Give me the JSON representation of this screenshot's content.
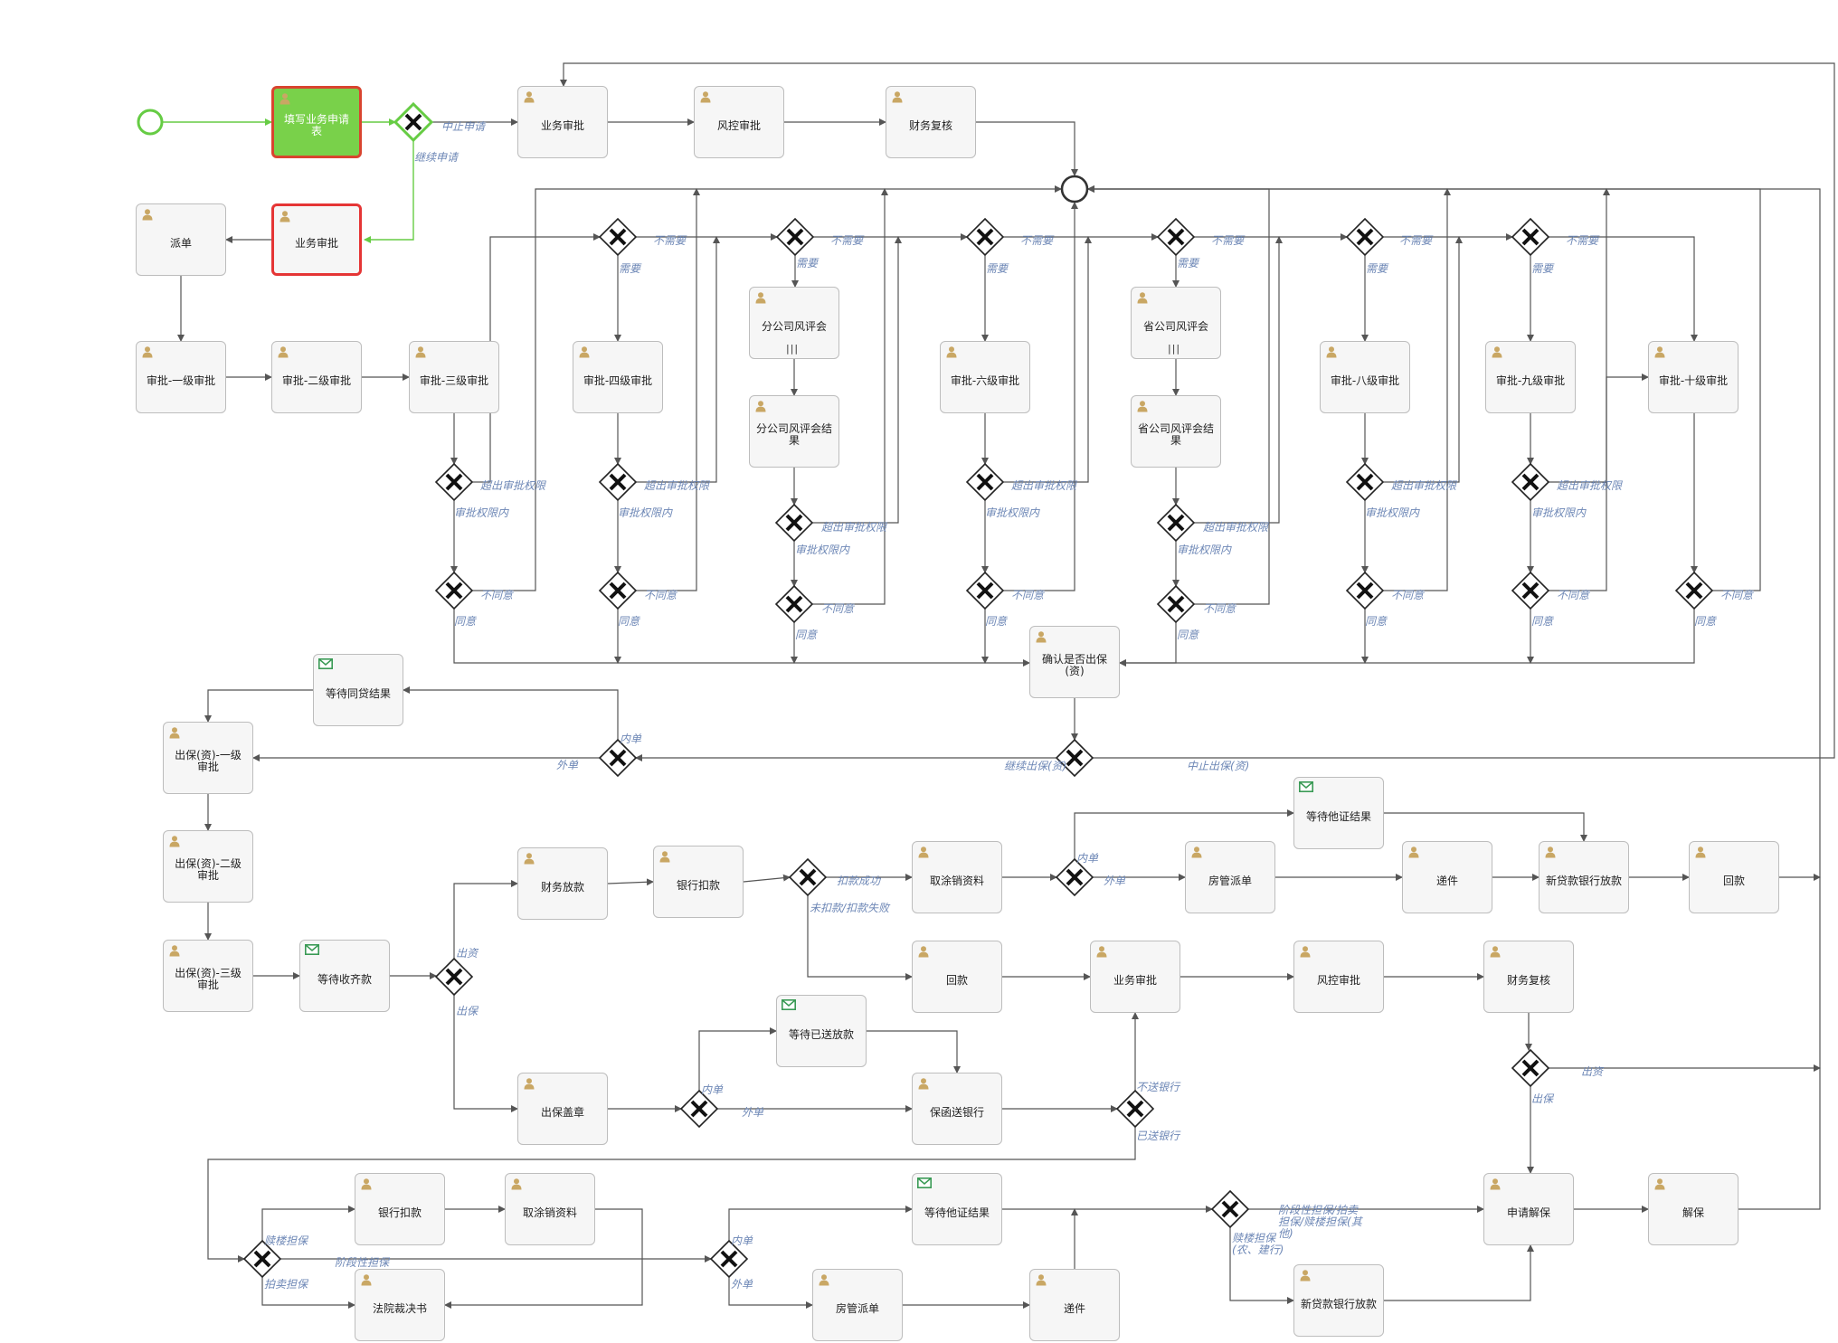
{
  "tasks": {
    "fill_form": "填写业务申请表",
    "biz_review_1": "业务审批",
    "risk_review_1": "风控审批",
    "finance_check_1": "财务复核",
    "biz_review_2": "业务审批",
    "dispatch": "派单",
    "approve_1": "审批-一级审批",
    "approve_2": "审批-二级审批",
    "approve_3": "审批-三级审批",
    "approve_4": "审批-四级审批",
    "branch_committee": "分公司风评会",
    "branch_committee_result": "分公司风评会结果",
    "approve_6": "审批-六级审批",
    "prov_committee": "省公司风评会",
    "prov_committee_result": "省公司风评会结果",
    "approve_8": "审批-八级审批",
    "approve_9": "审批-九级审批",
    "approve_10": "审批-十级审批",
    "confirm_guarantee": "确认是否出保(资)",
    "wait_syndicated": "等待同贷结果",
    "guarantee_1": "出保(资)-一级审批",
    "guarantee_2": "出保(资)-二级审批",
    "guarantee_3": "出保(资)-三级审批",
    "wait_full_payment": "等待收齐款",
    "finance_loan": "财务放款",
    "bank_deduct_1": "银行扣款",
    "fetch_cancel_1": "取涂销资料",
    "wait_other_cert_1": "等待他证结果",
    "housing_dispatch_1": "房管派单",
    "deliver_1": "递件",
    "new_loan_bank_1": "新贷款银行放款",
    "repay_1": "回款",
    "repay_2": "回款",
    "biz_review_3": "业务审批",
    "risk_review_2": "风控审批",
    "finance_check_2": "财务复核",
    "wait_sent_loan": "等待已送放款",
    "guarantee_stamp": "出保盖章",
    "letter_to_bank": "保函送银行",
    "bank_deduct_2": "银行扣款",
    "fetch_cancel_2": "取涂销资料",
    "court_ruling": "法院裁决书",
    "wait_other_cert_2": "等待他证结果",
    "housing_dispatch_2": "房管派单",
    "deliver_2": "递件",
    "apply_release": "申请解保",
    "release": "解保",
    "new_loan_bank_2": "新贷款银行放款"
  },
  "edge_labels": {
    "stop_apply": "中止申请",
    "continue_apply": "继续申请",
    "no_need_1": "不需要",
    "need_1": "需要",
    "no_need_2": "不需要",
    "need_2": "需要",
    "no_need_3": "不需要",
    "need_3": "需要",
    "no_need_4": "不需要",
    "need_4": "需要",
    "no_need_5": "不需要",
    "need_5": "需要",
    "no_need_6": "不需要",
    "need_6": "需要",
    "exceed_3": "超出审批权限",
    "within_3": "审批权限内",
    "exceed_4": "超出审批权限",
    "within_4": "审批权限内",
    "exceed_5": "超出审批权限",
    "within_5": "审批权限内",
    "exceed_6": "超出审批权限",
    "within_6": "审批权限内",
    "exceed_7": "超出审批权限",
    "within_7": "审批权限内",
    "exceed_8": "超出审批权限",
    "within_8": "审批权限内",
    "exceed_9": "超出审批权限",
    "within_9": "审批权限内",
    "disagree_3": "不同意",
    "agree_3": "同意",
    "disagree_4": "不同意",
    "agree_4": "同意",
    "disagree_5": "不同意",
    "agree_5": "同意",
    "disagree_6": "不同意",
    "agree_6": "同意",
    "disagree_7": "不同意",
    "agree_7": "同意",
    "disagree_8": "不同意",
    "agree_8": "同意",
    "disagree_9": "不同意",
    "agree_9": "同意",
    "disagree_10": "不同意",
    "agree_10": "同意",
    "internal_1": "内单",
    "external_1": "外单",
    "continue_guarantee": "继续出保(资)",
    "stop_guarantee": "中止出保(资)",
    "fund": "出资",
    "guarantee": "出保",
    "deduct_ok": "扣款成功",
    "deduct_fail": "未扣款/扣款失败",
    "internal_2": "内单",
    "external_2": "外单",
    "internal_3": "内单",
    "external_3": "外单",
    "not_sent_bank": "不送银行",
    "sent_bank": "已送银行",
    "fund_2": "出资",
    "guarantee_2": "出保",
    "redeem_guarantee": "赎楼担保",
    "staged_guarantee": "阶段性担保",
    "auction_guarantee": "拍卖担保",
    "internal_4": "内单",
    "external_4": "外单",
    "staged_auction": "阶段性担保/拍卖担保/赎楼担保(其他)",
    "redeem_nonggong": "赎楼担保(农、建行)"
  },
  "colors": {
    "edge": "#555555",
    "start_edge": "#66cc44",
    "label": "#6d87b6",
    "user_icon": "#c9a764",
    "mail_icon": "#3a9a55"
  },
  "icons": {
    "user": "user-task-icon",
    "mail": "message-envelope-icon",
    "gateway": "exclusive-gateway-x-icon"
  }
}
